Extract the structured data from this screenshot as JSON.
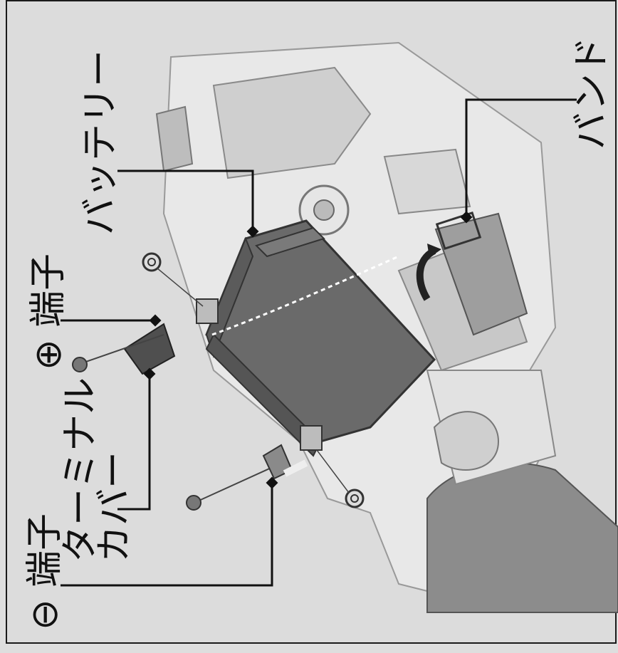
{
  "diagram": {
    "labels": {
      "battery": "バッテリー",
      "band": "バンド",
      "plus_terminal": "⊕ 端子",
      "terminal_cover_line1": "ターミナル",
      "terminal_cover_line2": "カバー",
      "minus_terminal": "⊖ 端子"
    },
    "colors": {
      "background": "#dcdcdc",
      "battery": "#6a6a6a",
      "frame": "#1a1a1a",
      "leader": "#111111"
    }
  }
}
